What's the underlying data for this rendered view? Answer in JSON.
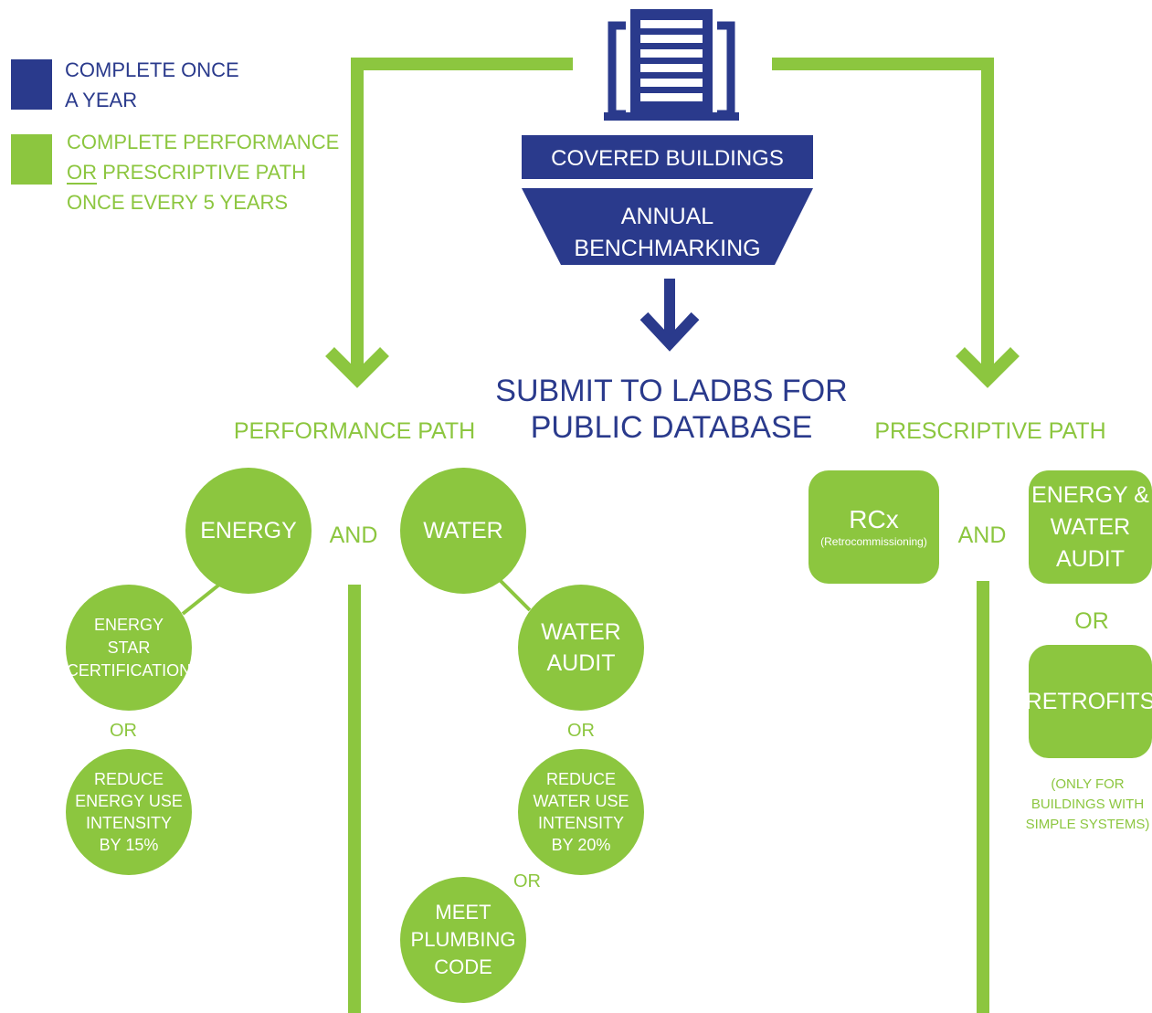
{
  "colors": {
    "blue": "#2a3a8c",
    "green": "#8cc63f",
    "white": "#ffffff"
  },
  "legend": {
    "annual_line1": "COMPLETE ONCE",
    "annual_line2": "A YEAR",
    "path_line1": "COMPLETE PERFORMANCE",
    "path_or": "OR",
    "path_line2_rest": " PRESCRIPTIVE PATH",
    "path_line3": "ONCE EVERY 5 YEARS"
  },
  "top": {
    "building_icon": "building-icon",
    "covered_buildings": "COVERED BUILDINGS",
    "annual_benchmarking": "ANNUAL\nBENCHMARKING",
    "arrow_icon": "arrow-down-icon",
    "submit": "SUBMIT TO LADBS FOR\nPUBLIC DATABASE"
  },
  "performance": {
    "title": "PERFORMANCE PATH",
    "energy": "ENERGY",
    "and": "AND",
    "water": "WATER",
    "energy_star": "ENERGY\nSTAR\nCERTIFICATION",
    "or_energy": "OR",
    "reduce_energy": "REDUCE\nENERGY USE\nINTENSITY\nBY 15%",
    "water_audit": "WATER\nAUDIT",
    "or_water": "OR",
    "reduce_water": "REDUCE\nWATER USE\nINTENSITY\nBY 20%",
    "or_plumbing": "OR",
    "plumbing": "MEET\nPLUMBING\nCODE"
  },
  "prescriptive": {
    "title": "PRESCRIPTIVE PATH",
    "rcx": "RCx",
    "rcx_sub": "(Retrocommissioning)",
    "and": "AND",
    "audit": "ENERGY &\nWATER\nAUDIT",
    "or": "OR",
    "retrofits": "RETROFITS",
    "note": "(ONLY FOR\nBUILDINGS WITH\nSIMPLE SYSTEMS)"
  }
}
